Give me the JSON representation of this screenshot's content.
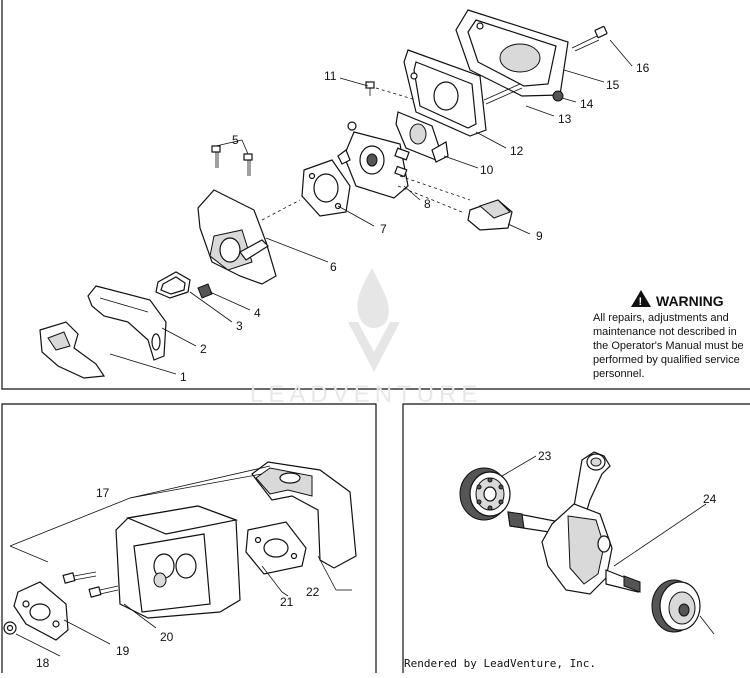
{
  "warning": {
    "title": "WARNING",
    "lines": [
      "All repairs, adjustments and",
      "maintenance not described in",
      "the Operator's Manual must be",
      "performed by qualified service",
      "personnel."
    ]
  },
  "watermark": "LEADVENTURE",
  "credit": "Rendered by LeadVenture, Inc.",
  "labels": {
    "p1": "1",
    "p2": "2",
    "p3": "3",
    "p4": "4",
    "p5": "5",
    "p6": "6",
    "p7": "7",
    "p8": "8",
    "p9": "9",
    "p10": "10",
    "p11": "11",
    "p12": "12",
    "p13": "13",
    "p14": "14",
    "p15": "15",
    "p16": "16",
    "p17": "17",
    "p18": "18",
    "p19": "19",
    "p20": "20",
    "p21": "21",
    "p22": "22",
    "p23": "23",
    "p24": "24"
  }
}
